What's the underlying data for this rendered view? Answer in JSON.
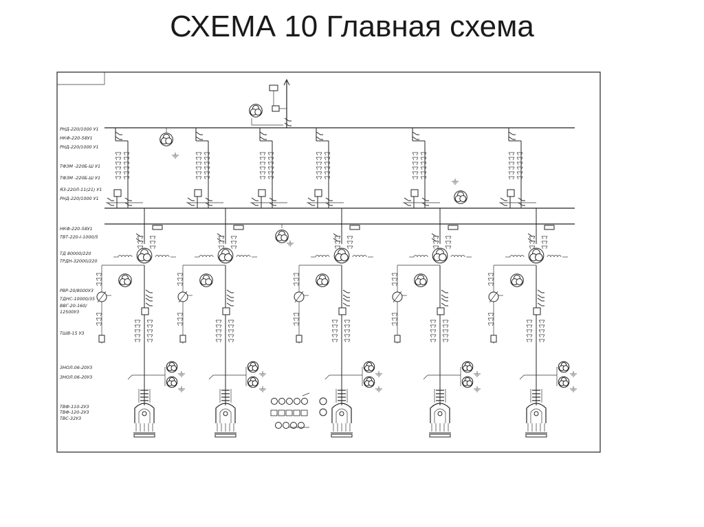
{
  "title": "СХЕМА 10 Главная схема",
  "labels": [
    "РНД-220/1000 У1",
    "НКФ-220-58У1",
    "РНД-220/1000 У1",
    "ТФЗМ -220Б-Ш У1",
    "ТФЗМ -220Б-Ш У1",
    "ЯЗ-220Л-11(21) У1",
    "РНД-220/1000 У1",
    "НКФ-220-58У1",
    "ТВТ-220-I-1000/5",
    "ТД 80000/220",
    "ТРДН-32000/220",
    "РВР-20/8000У3",
    "ТДНС-10000/35",
    "ВВГ-20-160/",
    "12500У3",
    "ТШВ-15 У3",
    "ЗНОЛ.06-20У3",
    "ЗНОЛ.06-20У3",
    "ТВФ-110-2У3",
    "ТВФ-120-2У3",
    "ТВС-32У3"
  ]
}
